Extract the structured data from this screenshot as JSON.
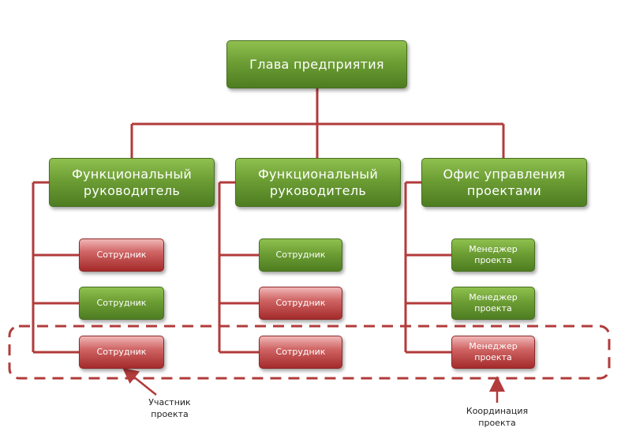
{
  "colors": {
    "green": "#6b9c33",
    "red": "#a42a2a",
    "connector": "#b23b3b",
    "dashed_outline": "#b23b3b"
  },
  "top_node": {
    "label": "Глава предприятия"
  },
  "departments": [
    {
      "label": "Функциональный\nруководитель",
      "members": [
        {
          "label": "Сотрудник",
          "color": "red"
        },
        {
          "label": "Сотрудник",
          "color": "green"
        },
        {
          "label": "Сотрудник",
          "color": "red"
        }
      ]
    },
    {
      "label": "Функциональный\nруководитель",
      "members": [
        {
          "label": "Сотрудник",
          "color": "green"
        },
        {
          "label": "Сотрудник",
          "color": "red"
        },
        {
          "label": "Сотрудник",
          "color": "red"
        }
      ]
    },
    {
      "label": "Офис управления\nпроектами",
      "members": [
        {
          "label": "Менеджер\nпроекта",
          "color": "green"
        },
        {
          "label": "Менеджер\nпроекта",
          "color": "green"
        },
        {
          "label": "Менеджер\nпроекта",
          "color": "red"
        }
      ]
    }
  ],
  "callouts": {
    "participant": "Участник\nпроекта",
    "coordination": "Координация\nпроекта"
  }
}
